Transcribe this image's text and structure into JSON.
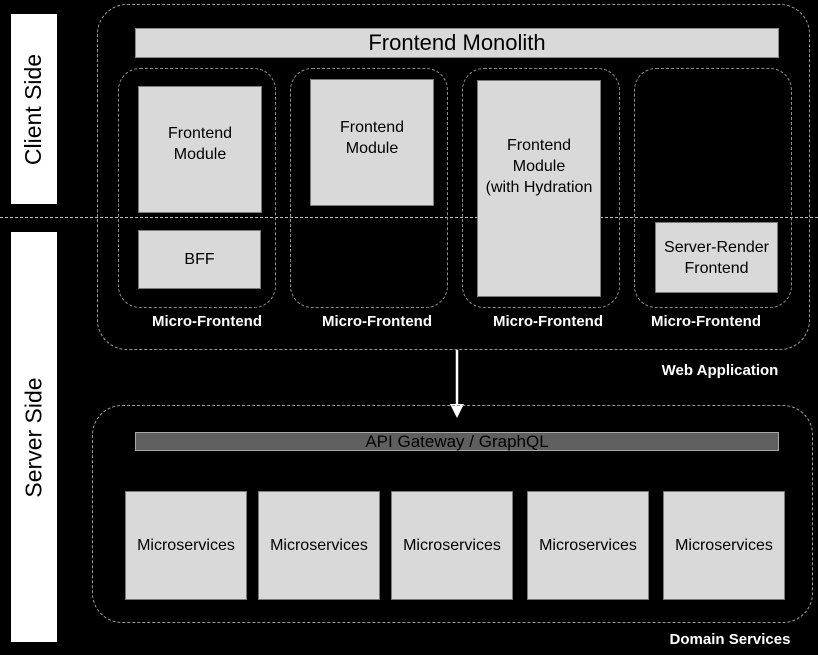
{
  "labels": {
    "client_side": "Client Side",
    "server_side": "Server Side",
    "web_application": "Web Application",
    "domain_services": "Domain Services"
  },
  "frontend_monolith": "Frontend Monolith",
  "micro_frontends": [
    {
      "caption": "Micro-Frontend",
      "module": "Frontend\nModule",
      "server_part": "BFF"
    },
    {
      "caption": "Micro-Frontend",
      "module": "Frontend\nModule"
    },
    {
      "caption": "Micro-Frontend",
      "module": "Frontend\nModule\n(with Hydration"
    },
    {
      "caption": "Micro-Frontend",
      "server_part": "Server-Render\nFrontend"
    }
  ],
  "api_gateway": "API Gateway / GraphQL",
  "microservices": [
    "Microservices",
    "Microservices",
    "Microservices",
    "Microservices",
    "Microservices"
  ],
  "colors": {
    "background": "#000000",
    "box_fill": "#d9d9d9",
    "gateway_fill": "#5f5f5f",
    "dashed_border": "#9a9a9a"
  }
}
